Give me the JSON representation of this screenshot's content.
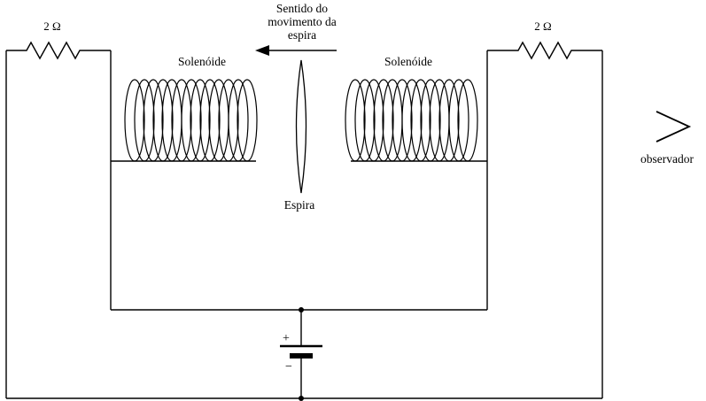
{
  "colors": {
    "background": "#ffffff",
    "ink": "#000000"
  },
  "diagram": {
    "type": "physics-circuit-diagram",
    "caption": {
      "line1": "Sentido do",
      "line2": "movimento da",
      "line3": "espira"
    },
    "resistors": {
      "left": "2 Ω",
      "right": "2 Ω"
    },
    "solenoids": {
      "left": "Solenóide",
      "right": "Solenóide"
    },
    "loop_label": "Espira",
    "observer_label": "observador",
    "battery": {
      "plus": "+",
      "minus": "−"
    }
  }
}
